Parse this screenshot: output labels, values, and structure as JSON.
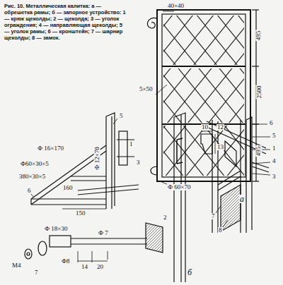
{
  "diagram": {
    "caption": "Рис. 10. Металлическая калитка: а — обрешетка рамы; б — запорное устройство: 1 — крюк щеколды; 2 — щеколда; 3 — уголок ограждения; 4 — направляющая щеколды; 5 — уголок рамы; 6 — кронштейн; 7 — шарнир щеколды; 8 — замок.",
    "labels": [
      "40×40",
      "5×50",
      "Ф 60×70",
      "495",
      "2500",
      "495",
      "а",
      "Ф 16×170",
      "Ф60×30×5",
      "380×30×5",
      "6",
      "5",
      "1",
      "3",
      "160",
      "Ф 12×70",
      "150",
      "2",
      "Ф 7",
      "Ф 18×30",
      "М4",
      "7",
      "Ф8",
      "14",
      "20",
      "10",
      "12",
      "13",
      "6",
      "5",
      "1",
      "4",
      "3",
      "7",
      "8",
      "б"
    ]
  }
}
